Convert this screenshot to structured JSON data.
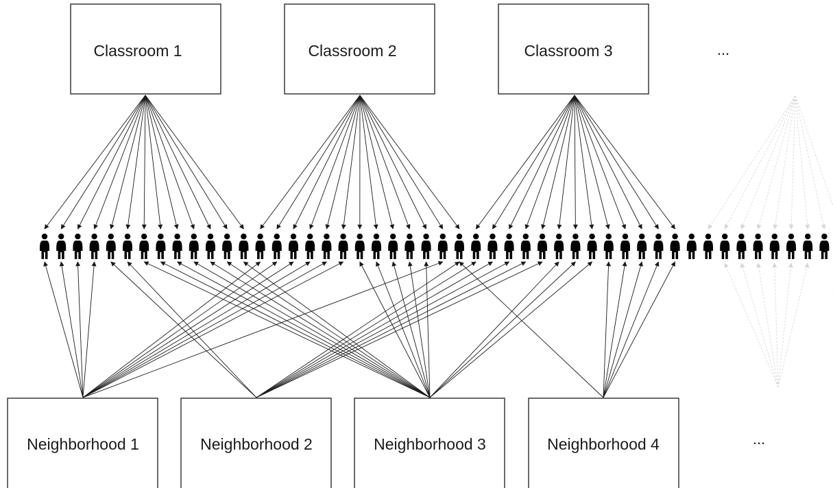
{
  "classrooms": [
    {
      "label": "Classroom 1"
    },
    {
      "label": "Classroom 2"
    },
    {
      "label": "Classroom 3"
    }
  ],
  "classroom_more": "...",
  "neighborhoods": [
    {
      "label": "Neighborhood 1"
    },
    {
      "label": "Neighborhood 2"
    },
    {
      "label": "Neighborhood 3"
    },
    {
      "label": "Neighborhood 4"
    }
  ],
  "neighborhood_more": "...",
  "colors": {
    "line": "#1a1a1a",
    "faded_line": "#d6d6d6",
    "person": "#000000"
  }
}
